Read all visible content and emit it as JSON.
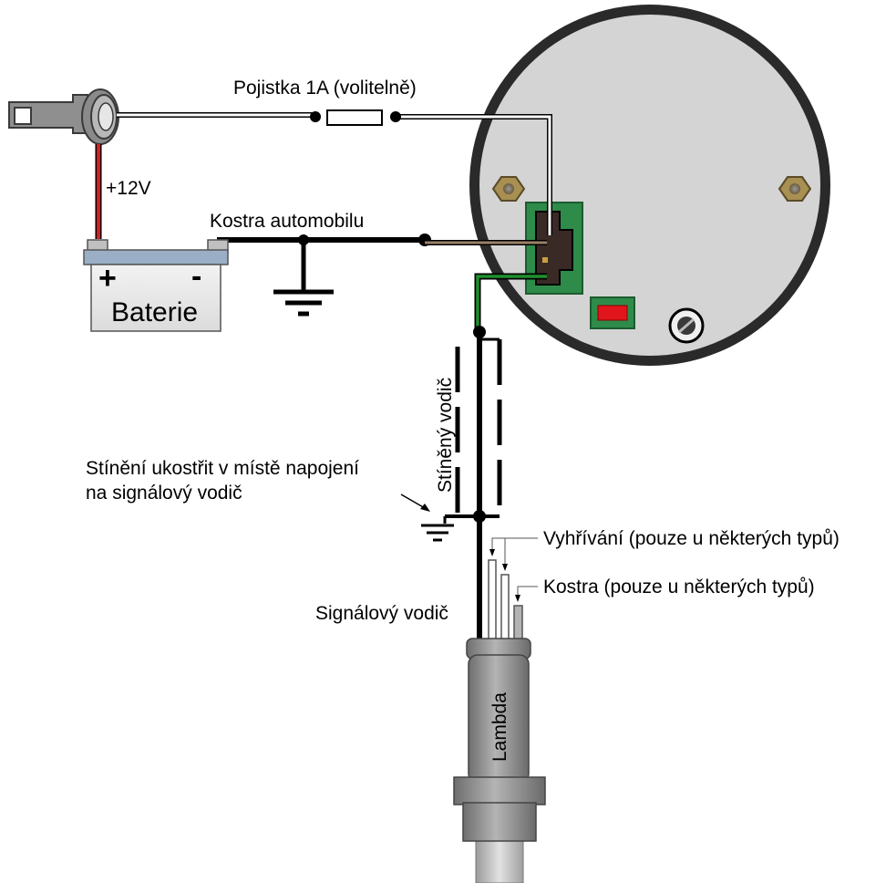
{
  "labels": {
    "fuse": "Pojistka 1A (volitelně)",
    "plus12v": "+12V",
    "chassis_ground": "Kostra automobilu",
    "battery_plus": "+",
    "battery_minus": "-",
    "battery": "Baterie",
    "shielded_wire": "Stíněný vodič",
    "shield_ground_line1": "Stínění ukostřit v místě napojení",
    "shield_ground_line2": "na signálový vodič",
    "heating": "Vyhřívání (pouze u některých typů)",
    "ground_some": "Kostra (pouze u některých typů)",
    "signal_wire": "Signálový vodič",
    "lambda": "Lambda"
  },
  "colors": {
    "wire_12v": "#d21f1f",
    "wire_ground": "#000000",
    "wire_signal_green": "#1f8f2f",
    "wire_brown": "#9a8068",
    "gauge_ring": "#2a2a2a",
    "gauge_face": "#d4d4d4",
    "pcb": "#2e8b4a",
    "indicator_red": "#e0161c",
    "sensor_body": "#8c8c8c"
  }
}
